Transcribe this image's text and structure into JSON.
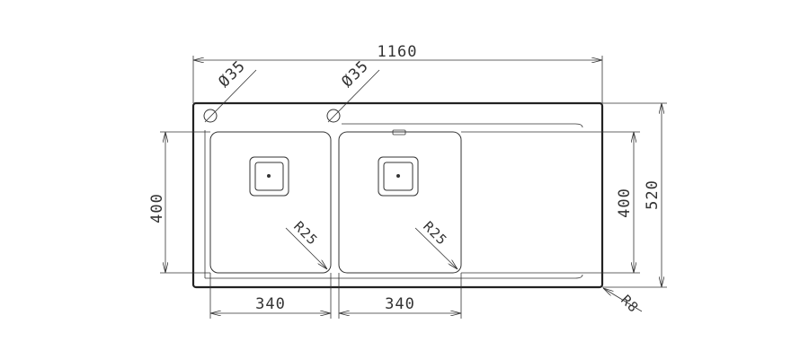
{
  "dimensions": {
    "overall_width": "1160",
    "overall_depth": "520",
    "bowl_depth_left": "400",
    "bowl_depth_right": "400",
    "bowl_width_left": "340",
    "bowl_width_right": "340",
    "tap_hole_left": "Ø35",
    "tap_hole_right": "Ø35",
    "bowl_radius_left": "R25",
    "bowl_radius_right": "R25",
    "corner_radius": "R8"
  },
  "colors": {
    "line": "#333333",
    "outline": "#222222",
    "background": "#ffffff"
  }
}
